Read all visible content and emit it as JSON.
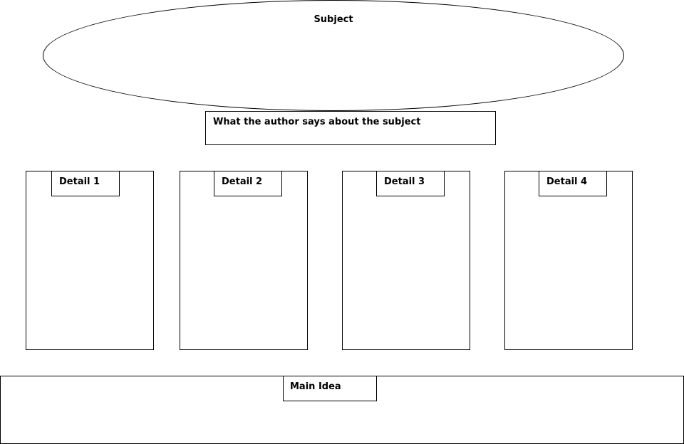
{
  "subject": {
    "label": "Subject"
  },
  "author_says": {
    "label": "What the author says about the subject"
  },
  "details": [
    {
      "label": "Detail 1"
    },
    {
      "label": "Detail 2"
    },
    {
      "label": "Detail 3"
    },
    {
      "label": "Detail 4"
    }
  ],
  "main_idea": {
    "label": "Main Idea"
  }
}
